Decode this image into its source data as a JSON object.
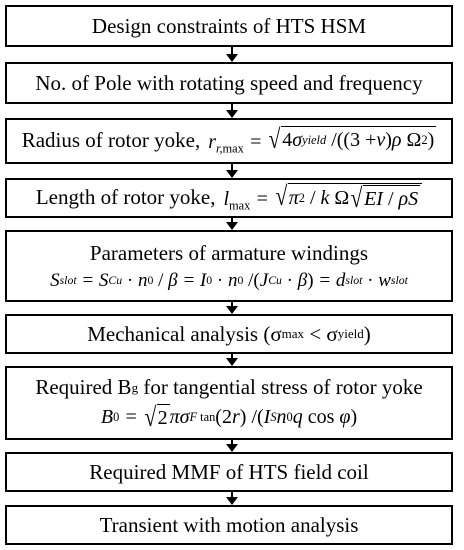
{
  "steps": [
    {
      "label": "Design constraints of HTS HSM"
    },
    {
      "label": "No. of Pole with rotating speed and frequency"
    },
    {
      "label": "Radius of rotor yoke,"
    },
    {
      "label": "Length of rotor yoke,"
    },
    {
      "label": "Parameters of armature windings"
    },
    {
      "label": "Mechanical analysis"
    },
    {
      "label": "Required B"
    },
    {
      "label": "Required MMF of HTS field coil"
    },
    {
      "label": "Transient with motion analysis"
    }
  ],
  "mechanical": {
    "sigma": "σ",
    "max": "max",
    "lt": "<",
    "yield": "yield"
  },
  "required_bg": {
    "sub": "g",
    "rest": "for tangential stress of rotor yoke"
  }
}
